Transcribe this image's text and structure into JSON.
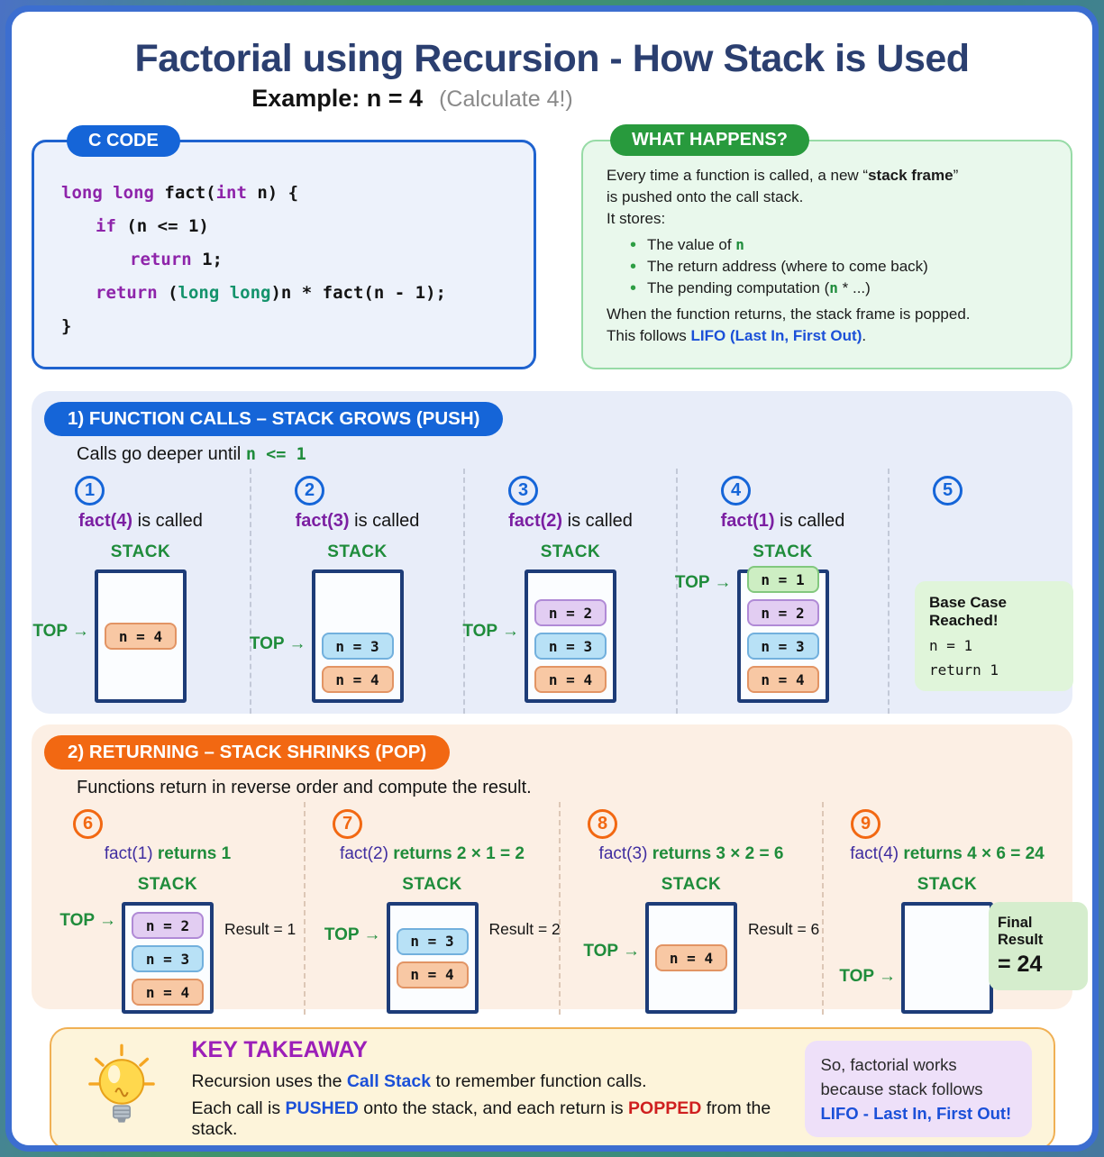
{
  "palette": {
    "title_navy": "#2b3f70",
    "badge_blue": "#1565d8",
    "badge_green": "#289a3d",
    "badge_orange": "#f26812",
    "stack_border_navy": "#1d3c78",
    "green_text": "#1f8c3b",
    "keyword_purple": "#8e24aa",
    "cast_teal": "#14936c",
    "lifo_blue": "#1b50d8",
    "popped_red": "#cf1f1f",
    "takeaway_purple": "#9c1fb8",
    "frame_n1_green": "#cdeec3",
    "frame_n2_purple": "#e2cdf2",
    "frame_n3_blue": "#b8e1f6",
    "frame_n4_orange": "#f8c8a4"
  },
  "header": {
    "title": "Factorial using Recursion - How Stack is Used",
    "example_label": "Example: n = 4",
    "example_note": "(Calculate 4!)"
  },
  "code_card": {
    "badge": "C CODE",
    "l1a": "long long",
    "l1b": " fact(",
    "l1c": "int",
    "l1d": " n) {",
    "l2a": "if",
    "l2b": " (n <= 1)",
    "l3a": "return",
    "l3b": " 1;",
    "l4a": "return",
    "l4b": " (",
    "l4c": "long long",
    "l4d": ")n * fact(n - 1);",
    "l5": "}"
  },
  "what_happens": {
    "badge": "WHAT HAPPENS?",
    "p1a": "Every time a function is called, a new “",
    "p1b": "stack frame",
    "p1c": "”",
    "p2": "is pushed onto the call stack.",
    "p3": "It stores:",
    "b1a": "The value of ",
    "b1b": "n",
    "b2": "The return address (where to come back)",
    "b3a": "The pending computation (",
    "b3b": "n",
    "b3c": " * ...)",
    "p4": "When the function returns, the stack frame is popped.",
    "p5a": "This follows ",
    "p5b": "LIFO (Last In, First Out)",
    "p5c": "."
  },
  "section1": {
    "badge": "1) FUNCTION CALLS – STACK GROWS (PUSH)",
    "caption_a": "Calls go deeper until ",
    "caption_b": "n <= 1",
    "stack_label": "STACK",
    "top_label": "TOP →",
    "panels": [
      {
        "num": "1",
        "fn": "fact(4)",
        "rest": " is called",
        "frames": [
          "n = 4"
        ]
      },
      {
        "num": "2",
        "fn": "fact(3)",
        "rest": " is called",
        "frames": [
          "n = 3",
          "n = 4"
        ]
      },
      {
        "num": "3",
        "fn": "fact(2)",
        "rest": " is called",
        "frames": [
          "n = 2",
          "n = 3",
          "n = 4"
        ]
      },
      {
        "num": "4",
        "fn": "fact(1)",
        "rest": " is called",
        "frames": [
          "n = 1",
          "n = 2",
          "n = 3",
          "n = 4"
        ]
      },
      {
        "num": "5",
        "base_title": "Base Case Reached!",
        "base_line1": "n = 1",
        "base_line2": "return 1"
      }
    ]
  },
  "section2": {
    "badge": "2) RETURNING – STACK SHRINKS (POP)",
    "caption": "Functions return in reverse order and compute the result.",
    "stack_label": "STACK",
    "top_label": "TOP →",
    "panels": [
      {
        "num": "6",
        "fn": "fact(1)",
        "ret": "returns 1",
        "frames": [
          "n = 2",
          "n = 3",
          "n = 4"
        ],
        "result": "Result = 1"
      },
      {
        "num": "7",
        "fn": "fact(2)",
        "ret": "returns 2 × 1 = 2",
        "frames": [
          "n = 3",
          "n = 4"
        ],
        "result": "Result = 2"
      },
      {
        "num": "8",
        "fn": "fact(3)",
        "ret": "returns 3 × 2 = 6",
        "frames": [
          "n = 4"
        ],
        "result": "Result = 6"
      },
      {
        "num": "9",
        "fn": "fact(4)",
        "ret": "returns 4 × 6 = 24",
        "frames": [],
        "final_line1": "Final Result",
        "final_line2": "= 24"
      }
    ]
  },
  "takeaway": {
    "title": "KEY TAKEAWAY",
    "l1a": "Recursion uses the ",
    "l1b": "Call Stack",
    "l1c": " to remember function calls.",
    "l2a": "Each call is ",
    "l2b": "PUSHED",
    "l2c": " onto the stack, and each return is ",
    "l2d": "POPPED",
    "l2e": " from the stack.",
    "side_a": "So, factorial works because stack follows ",
    "side_b": "LIFO - ",
    "side_c": "Last In, First Out!"
  }
}
